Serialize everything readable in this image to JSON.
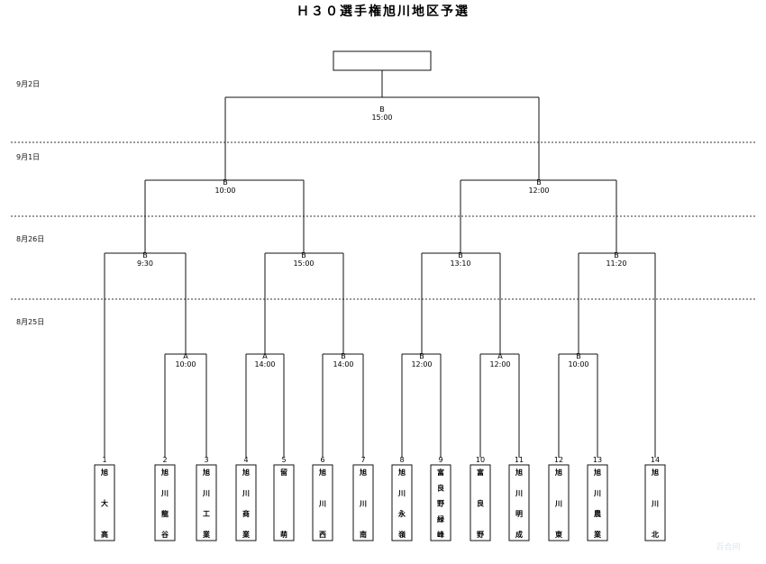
{
  "title": "Ｈ３０選手権旭川地区予選",
  "date_bands": [
    {
      "label": "9月2日"
    },
    {
      "label": "9月1日"
    },
    {
      "label": "8月26日"
    },
    {
      "label": "8月25日"
    }
  ],
  "teams": [
    {
      "seed": "1",
      "name": [
        "旭",
        "大",
        "高"
      ]
    },
    {
      "seed": "2",
      "name": [
        "旭",
        "川",
        "龍",
        "谷"
      ]
    },
    {
      "seed": "3",
      "name": [
        "旭",
        "川",
        "工",
        "業"
      ]
    },
    {
      "seed": "4",
      "name": [
        "旭",
        "川",
        "商",
        "業"
      ]
    },
    {
      "seed": "5",
      "name": [
        "留",
        "萌"
      ]
    },
    {
      "seed": "6",
      "name": [
        "旭",
        "川",
        "西"
      ]
    },
    {
      "seed": "7",
      "name": [
        "旭",
        "川",
        "南"
      ]
    },
    {
      "seed": "8",
      "name": [
        "旭",
        "川",
        "永",
        "嶺"
      ]
    },
    {
      "seed": "9",
      "name": [
        "富",
        "良",
        "野",
        "緑",
        "峰"
      ]
    },
    {
      "seed": "10",
      "name": [
        "富",
        "良",
        "野"
      ]
    },
    {
      "seed": "11",
      "name": [
        "旭",
        "川",
        "明",
        "成"
      ]
    },
    {
      "seed": "12",
      "name": [
        "旭",
        "川",
        "東"
      ]
    },
    {
      "seed": "13",
      "name": [
        "旭",
        "川",
        "農",
        "業"
      ]
    },
    {
      "seed": "14",
      "name": [
        "旭",
        "川",
        "北"
      ]
    }
  ],
  "matches": [
    {
      "id": "r1-a",
      "field": "A",
      "time": "10:00"
    },
    {
      "id": "r1-b",
      "field": "A",
      "time": "14:00"
    },
    {
      "id": "r1-c",
      "field": "B",
      "time": "14:00"
    },
    {
      "id": "r1-d",
      "field": "B",
      "time": "12:00"
    },
    {
      "id": "r1-e",
      "field": "A",
      "time": "12:00"
    },
    {
      "id": "r1-f",
      "field": "B",
      "time": "10:00"
    },
    {
      "id": "r2-a",
      "field": "B",
      "time": "9:30"
    },
    {
      "id": "r2-b",
      "field": "B",
      "time": "15:00"
    },
    {
      "id": "r2-c",
      "field": "B",
      "time": "13:10"
    },
    {
      "id": "r2-d",
      "field": "B",
      "time": "11:20"
    },
    {
      "id": "sf-a",
      "field": "B",
      "time": "10:00"
    },
    {
      "id": "sf-b",
      "field": "B",
      "time": "12:00"
    },
    {
      "id": "final",
      "field": "B",
      "time": "15:00"
    }
  ],
  "winner": "",
  "watermark": "百合网"
}
